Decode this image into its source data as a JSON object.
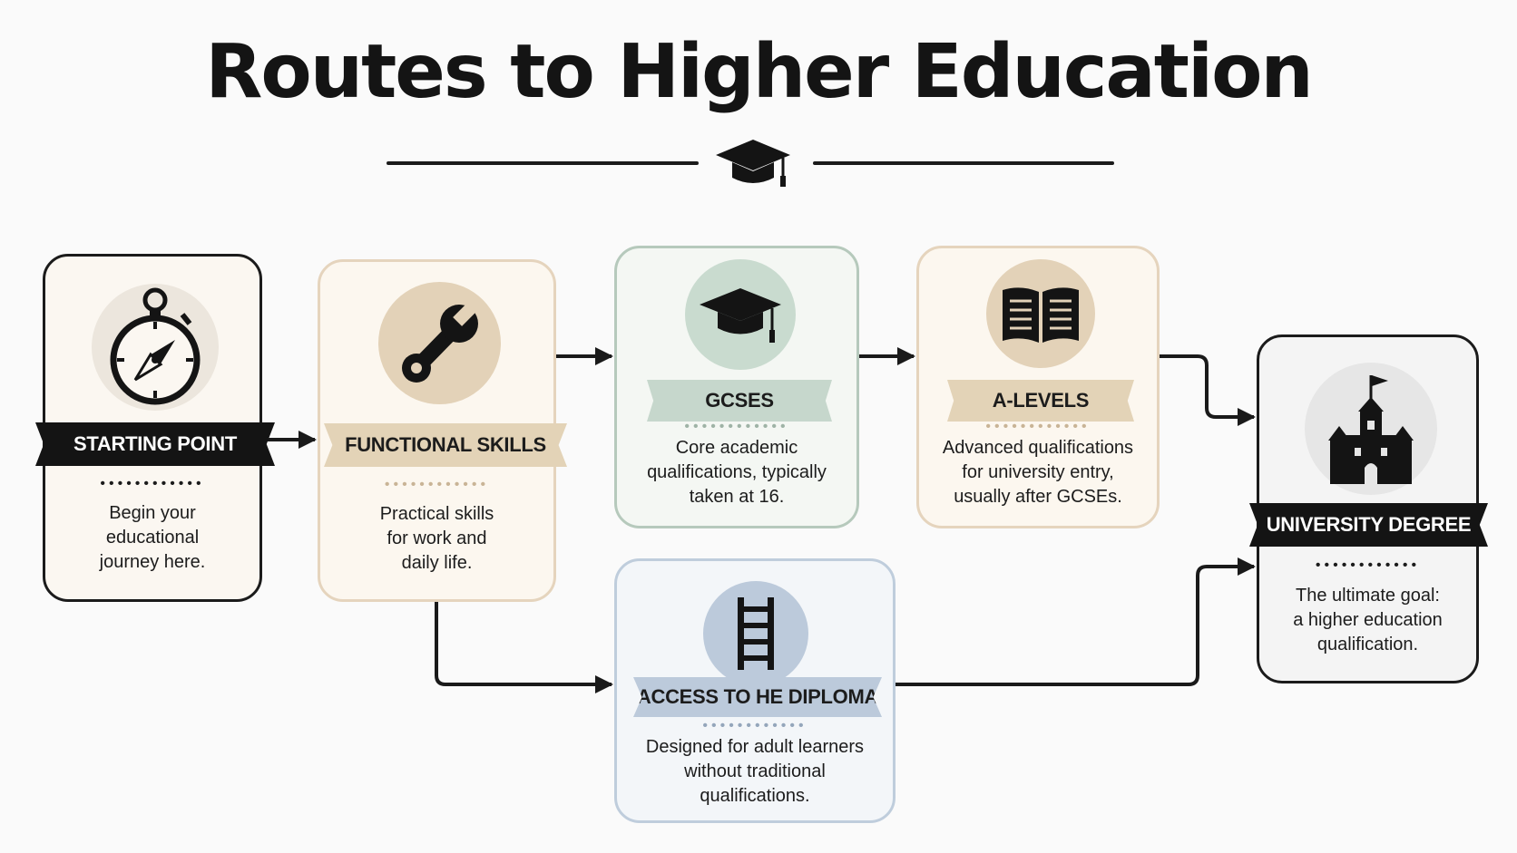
{
  "title": "Routes to Higher Education",
  "icons": {
    "header": "graduation-cap-icon",
    "starting_point": "compass-icon",
    "functional_skills": "wrench-icon",
    "gcses": "graduation-cap-icon",
    "a_levels": "open-book-icon",
    "access_he_diploma": "ladder-icon",
    "university_degree": "castle-icon"
  },
  "colors": {
    "dark": "#141414",
    "tan": "#e3d3b7",
    "sage": "#c6d7cc",
    "blue": "#bccadb",
    "grey": "#e6e6e6"
  },
  "stages": {
    "starting_point": {
      "label": "STARTING POINT",
      "dots": "••••••••••••",
      "line1": "Begin your",
      "line2": "educational",
      "line3": "journey here."
    },
    "functional_skills": {
      "label": "FUNCTIONAL SKILLS",
      "dots": "••••••••••••",
      "line1": "Practical skills",
      "line2": "for work and",
      "line3": "daily life."
    },
    "gcses": {
      "label": "GCSES",
      "dots": "••••••••••••",
      "line1": "Core academic",
      "line2": "qualifications, typically",
      "line3": "taken at 16."
    },
    "a_levels": {
      "label": "A-LEVELS",
      "dots": "••••••••••••",
      "line1": "Advanced qualifications",
      "line2": "for university entry,",
      "line3": "usually after GCSEs."
    },
    "access_he_diploma": {
      "label": "ACCESS TO HE DIPLOMA",
      "dots": "••••••••••••",
      "line1": "Designed for adult learners",
      "line2": "without traditional",
      "line3": "qualifications."
    },
    "university_degree": {
      "label": "UNIVERSITY DEGREE",
      "dots": "••••••••••••",
      "line1": "The ultimate goal:",
      "line2": "a higher education",
      "line3": "qualification."
    }
  },
  "connections": [
    {
      "from": "starting_point",
      "to": "functional_skills"
    },
    {
      "from": "functional_skills",
      "to": "gcses"
    },
    {
      "from": "gcses",
      "to": "a_levels"
    },
    {
      "from": "a_levels",
      "to": "university_degree"
    },
    {
      "from": "functional_skills",
      "to": "access_he_diploma"
    },
    {
      "from": "access_he_diploma",
      "to": "university_degree"
    }
  ]
}
